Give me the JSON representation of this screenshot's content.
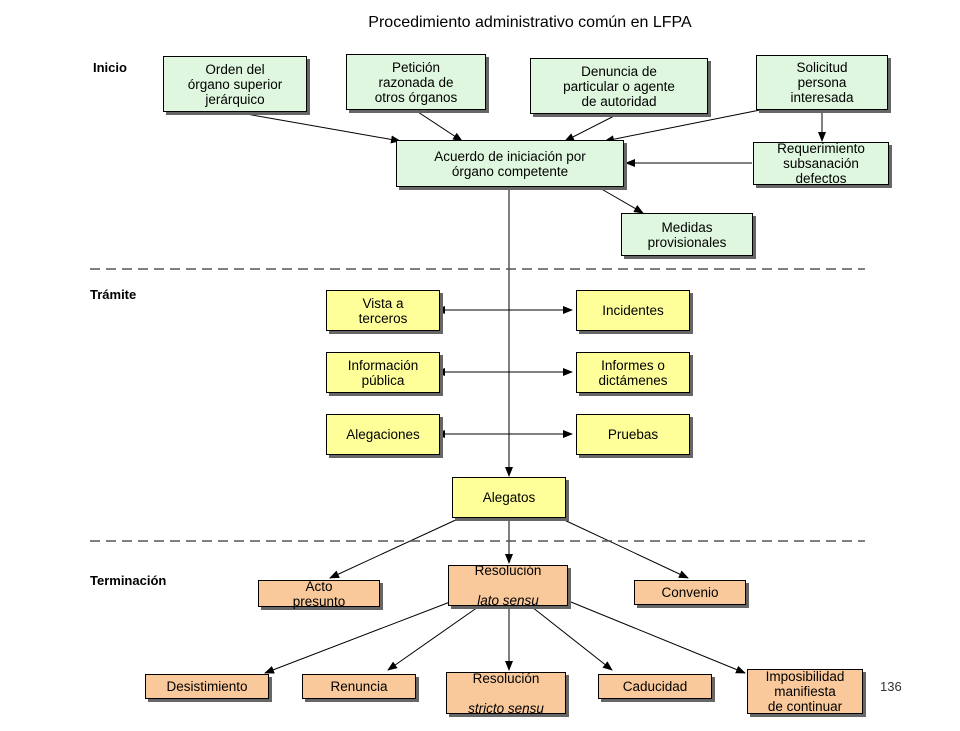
{
  "title": "Procedimiento administrativo común en LFPA",
  "sections": {
    "inicio": "Inicio",
    "tramite": "Trámite",
    "terminacion": "Terminación"
  },
  "inicio": {
    "orden": "Orden del\nórgano superior\njerárquico",
    "peticion": "Petición\nrazonada de\notros órganos",
    "denuncia": "Denuncia de\nparticular o agente\nde autoridad",
    "solicitud": "Solicitud\npersona\ninteresada",
    "acuerdo": "Acuerdo de iniciación por\nórgano competente",
    "requerimiento": "Requerimiento\nsubsanación\ndefectos",
    "medidas": "Medidas\nprovisionales"
  },
  "tramite": {
    "vista": "Vista a\nterceros",
    "incidentes": "Incidentes",
    "informacion": "Información\npública",
    "informes": "Informes o\ndictámenes",
    "alegaciones": "Alegaciones",
    "pruebas": "Pruebas",
    "alegatos": "Alegatos"
  },
  "terminacion": {
    "acto": "Acto\npresunto",
    "resolucion_lato_1": "Resolución",
    "resolucion_lato_2": "lato sensu",
    "convenio": "Convenio",
    "desistimiento": "Desistimiento",
    "renuncia": "Renuncia",
    "resolucion_stricto_1": "Resolución",
    "resolucion_stricto_2": "stricto sensu",
    "caducidad": "Caducidad",
    "imposibilidad": "Imposibilidad\nmanifiesta\nde continuar"
  },
  "page_number": "136",
  "colors": {
    "inicio_fill": "#dff7df",
    "tramite_fill": "#ffff99",
    "terminacion_fill": "#f9c99b"
  }
}
